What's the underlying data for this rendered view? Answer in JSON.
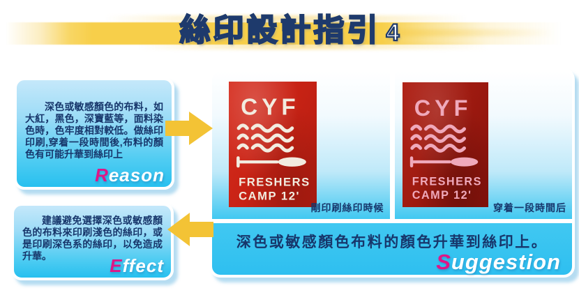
{
  "title": {
    "main": "絲印設計指引",
    "number": "4"
  },
  "reason": {
    "body": "深色或敏感顏色的布料，如大紅，黑色，深寶藍等，面料染色時，色牢度相對較低。做絲印印刷,穿着一段時間後,布料的顏色有可能升華到絲印上",
    "label_initial": "R",
    "label_rest": "eason"
  },
  "effect": {
    "body": "建議避免選擇深色或敏感顏色的布料來印刷淺色的絲印，或是印刷深色系的絲印，以免造成升華。",
    "label_initial": "E",
    "label_rest": "ffect"
  },
  "suggestion": {
    "photo_left_caption": "剛印刷絲印時候",
    "photo_right_caption": "穿着一段時間后",
    "body": "深色或敏感顏色布料的顏色升華到絲印上。",
    "label_initial": "S",
    "label_rest": "uggestion"
  },
  "shirt_print": {
    "title": "CYF",
    "line_freshers": "FRESHERS",
    "line_camp": "CAMP 12'"
  },
  "colors": {
    "accent_yellow": "#F3C335",
    "navy_text": "#17366B",
    "cyan_fill": "#2FC3F0",
    "panel_light_blue": "#BFE9F9",
    "magenta_initial": "#DF1687",
    "shirt_red_new": "#C92315",
    "shirt_red_worn": "#9E1A10",
    "print_white": "#F2ECE0",
    "print_pink": "#EFA9BB"
  }
}
